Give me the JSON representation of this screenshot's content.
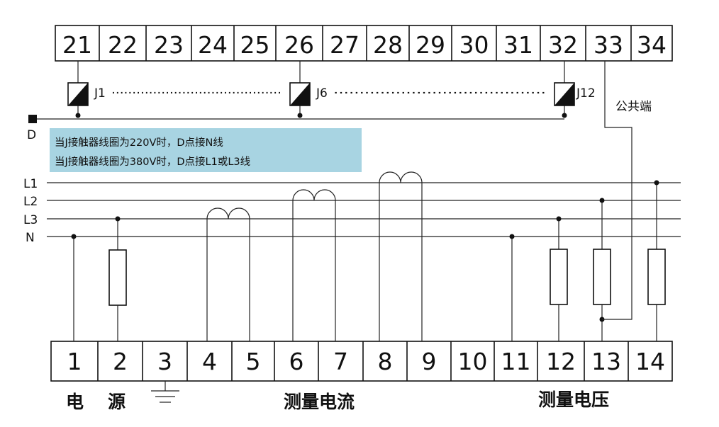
{
  "top_terminals": [
    "21",
    "22",
    "23",
    "24",
    "25",
    "26",
    "27",
    "28",
    "29",
    "30",
    "31",
    "32",
    "33",
    "34"
  ],
  "bottom_terminals": [
    "1",
    "2",
    "3",
    "4",
    "5",
    "6",
    "7",
    "8",
    "9",
    "10",
    "11",
    "12",
    "13",
    "14"
  ],
  "relays": [
    {
      "label": "J1",
      "dots": "·········································"
    },
    {
      "label": "J6",
      "dots": "·········································"
    },
    {
      "label": "J12",
      "dots": ""
    }
  ],
  "common_label": "公共端",
  "d_label": "D",
  "note": {
    "line1": "当J接触器线圈为220V时，D点接N线",
    "line2": "当J接触器线圈为380V时，D点接L1或L3线",
    "bg_color": "#a8d4e2"
  },
  "phase_lines": [
    "L1",
    "L2",
    "L3",
    "N"
  ],
  "bottom_labels": {
    "power_1": "电",
    "power_2": "源",
    "current": "测量电流",
    "voltage": "测量电压"
  }
}
